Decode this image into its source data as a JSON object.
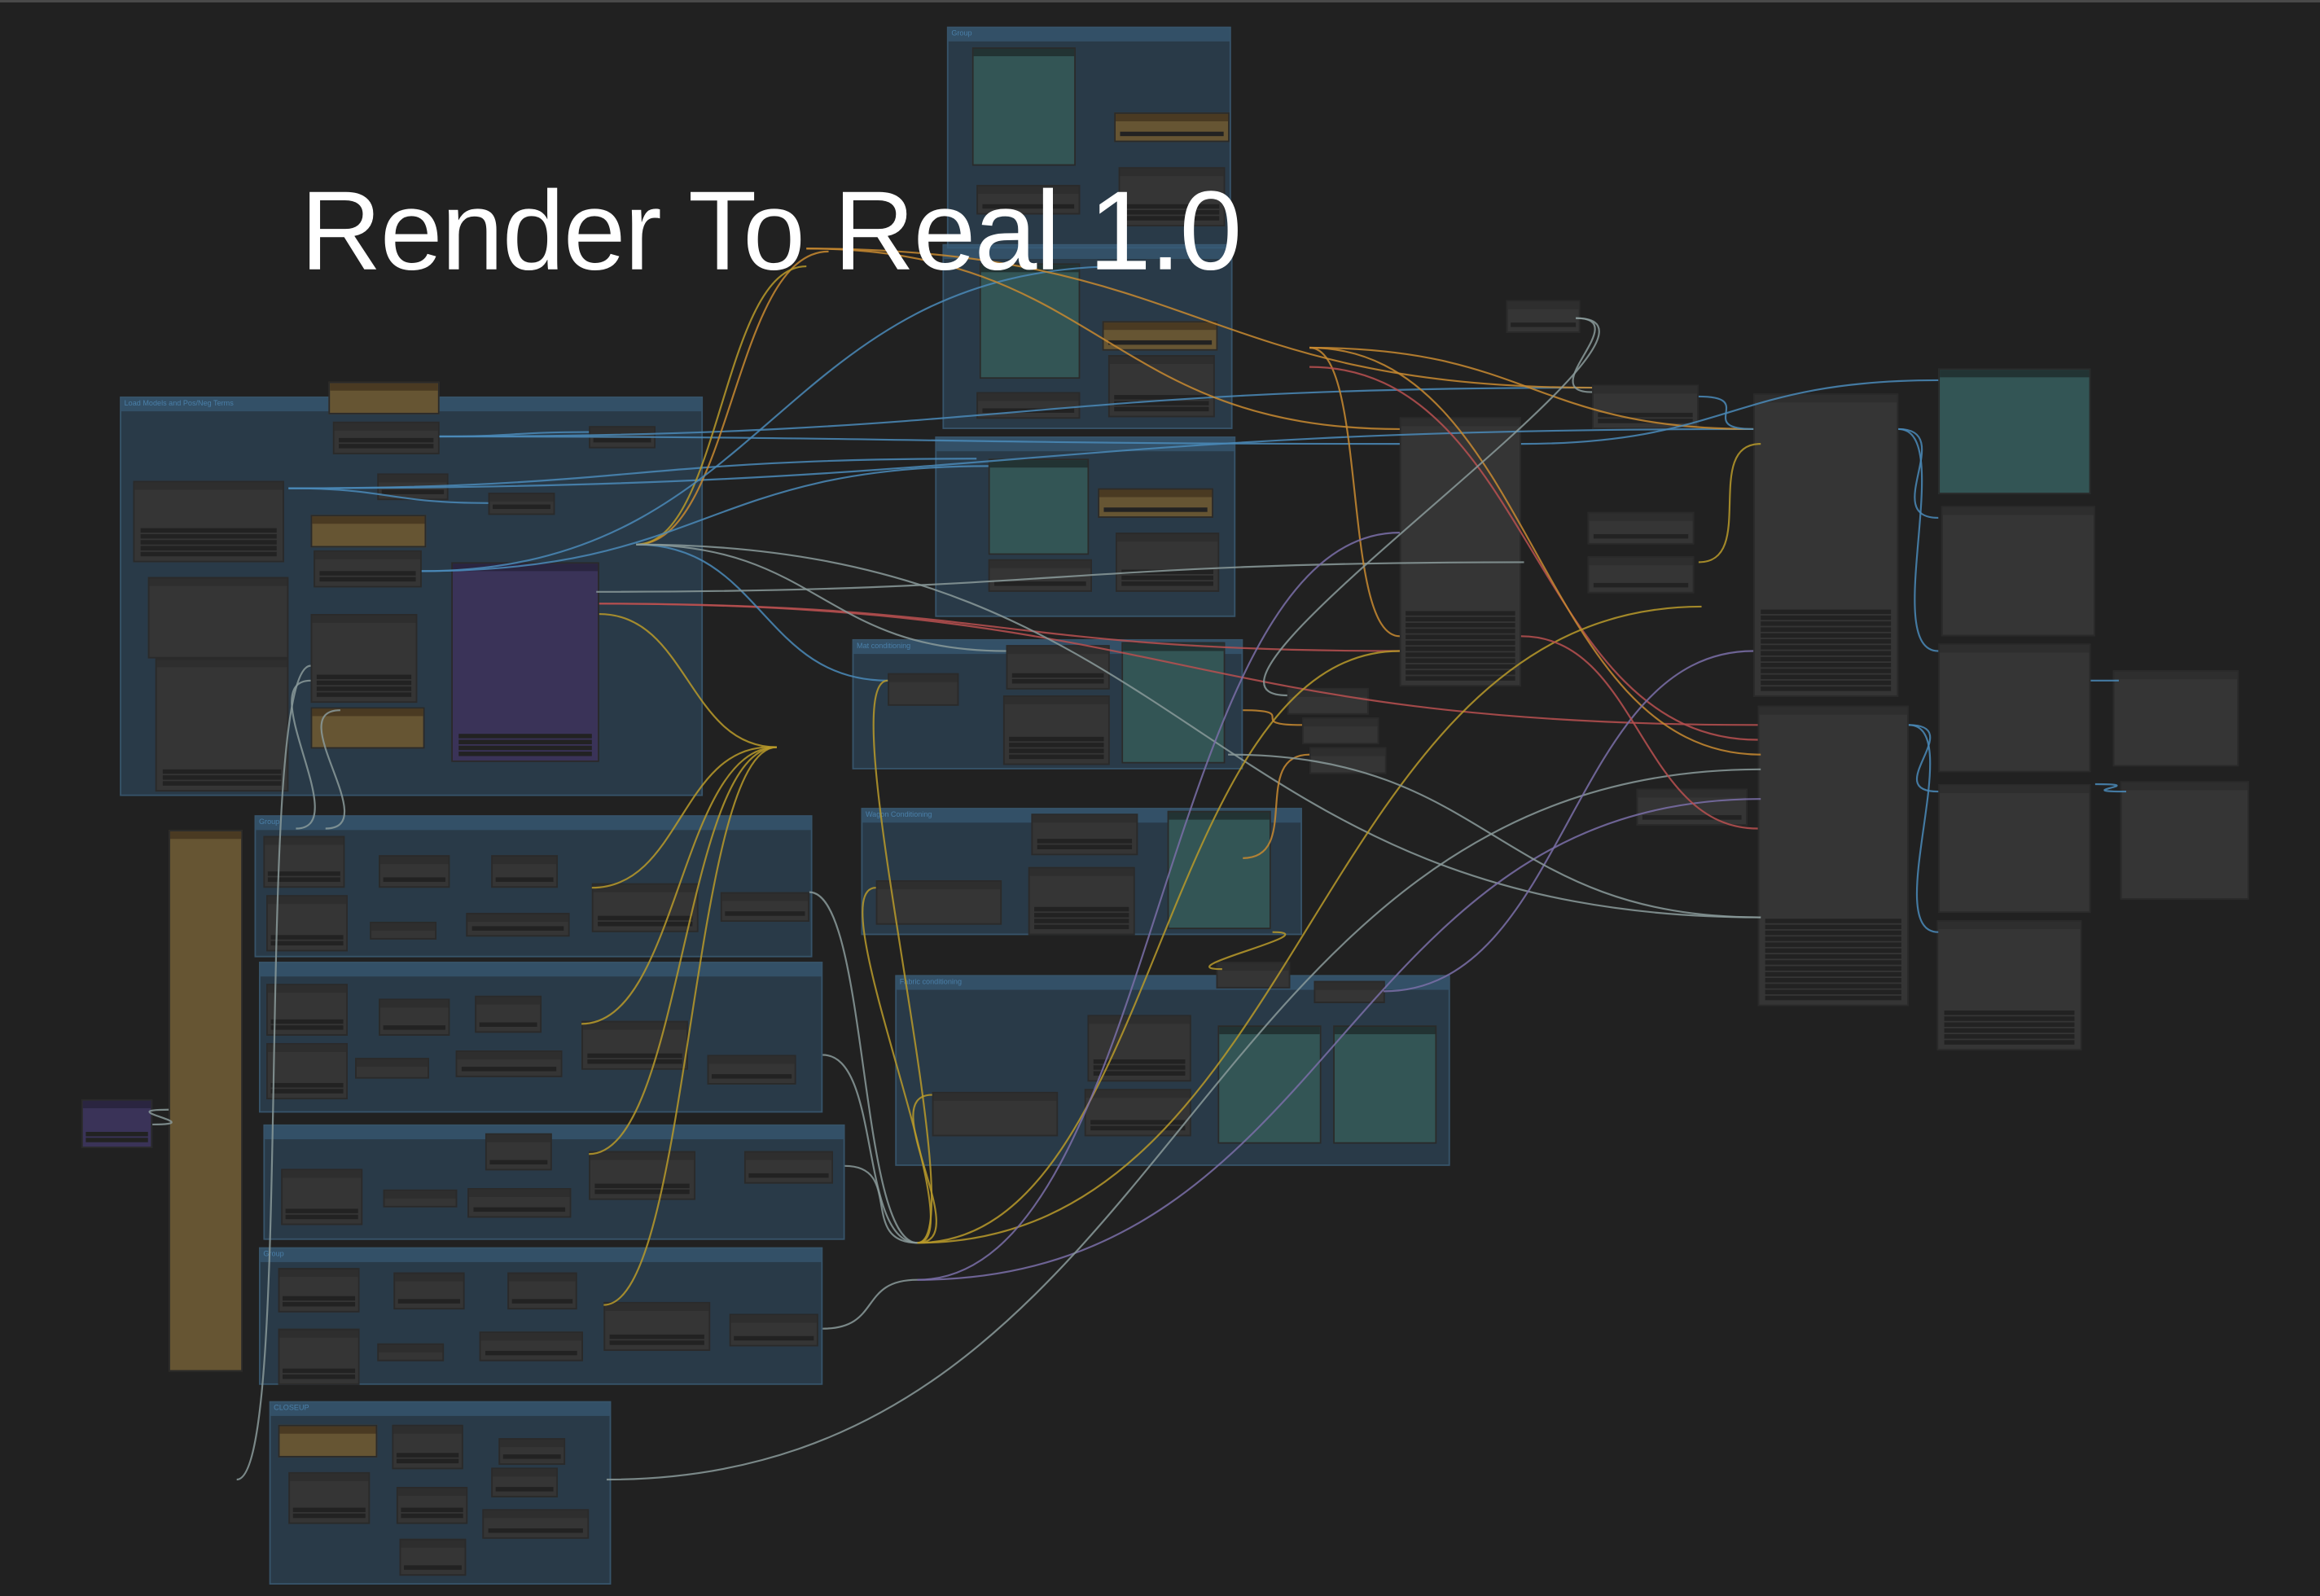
{
  "workflow_title": "Render To Real 1.0",
  "groups": {
    "load_models": "Load Models and Pos/Neg Terms",
    "top_group": "Group",
    "mat": "Mat conditioning",
    "wagon": "Wagon Conditioning",
    "fabric": "Fabric conditioning",
    "left_1": "Group",
    "left_4": "Group",
    "closeup": "CLOSEUP"
  },
  "colors": {
    "canvas": "#212121",
    "group": "#2f4a60",
    "node": "#353535",
    "preview_node": "#335555",
    "note_node": "#665533",
    "purple_node": "#3a3358"
  }
}
